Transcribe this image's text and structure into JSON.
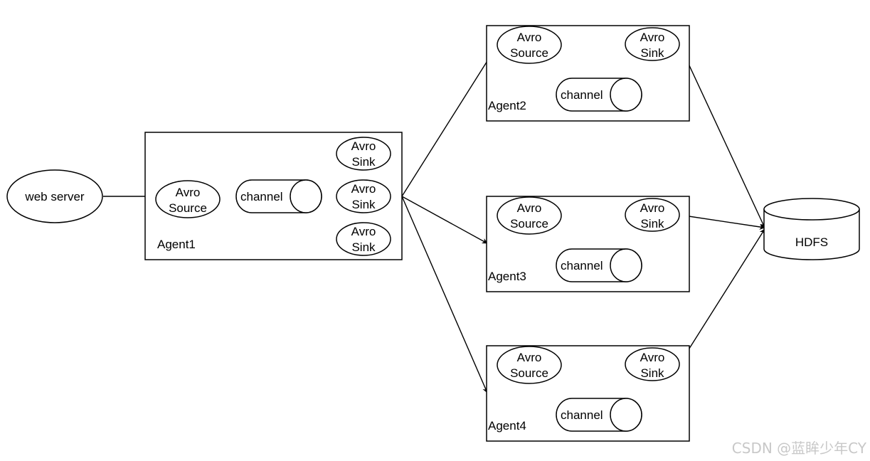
{
  "web_server": {
    "label": "web server"
  },
  "hdfs": {
    "label": "HDFS"
  },
  "agents": [
    {
      "name": "Agent1",
      "source": [
        "Avro",
        "Source"
      ],
      "channel": "channel",
      "sinks": [
        [
          "Avro",
          "Sink"
        ],
        [
          "Avro",
          "Sink"
        ],
        [
          "Avro",
          "Sink"
        ]
      ]
    },
    {
      "name": "Agent2",
      "source": [
        "Avro",
        "Source"
      ],
      "channel": "channel",
      "sinks": [
        [
          "Avro",
          "Sink"
        ]
      ]
    },
    {
      "name": "Agent3",
      "source": [
        "Avro",
        "Source"
      ],
      "channel": "channel",
      "sinks": [
        [
          "Avro",
          "Sink"
        ]
      ]
    },
    {
      "name": "Agent4",
      "source": [
        "Avro",
        "Source"
      ],
      "channel": "channel",
      "sinks": [
        [
          "Avro",
          "Sink"
        ]
      ]
    }
  ],
  "watermark": "CSDN @蓝眸少年CY"
}
